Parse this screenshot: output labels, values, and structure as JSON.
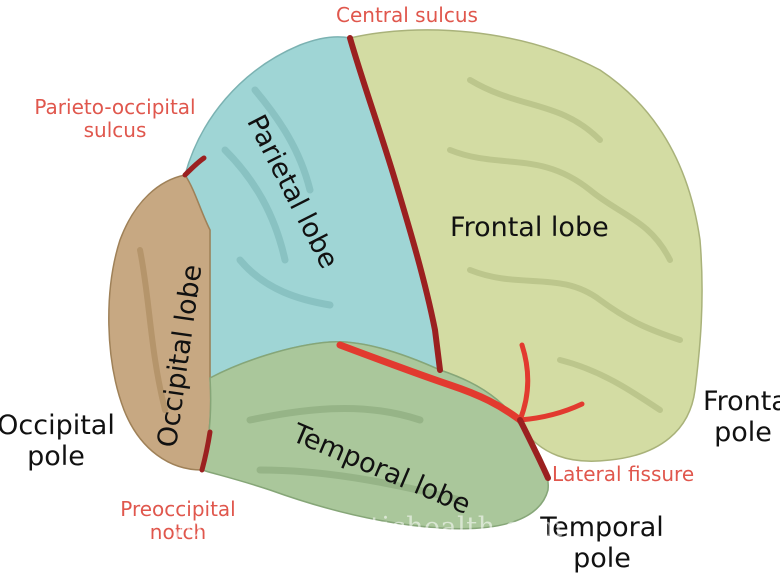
{
  "labels": {
    "central_sulcus": "Central sulcus",
    "parieto_occipital_1": "Parieto-occipital",
    "parieto_occipital_2": "sulcus",
    "frontal_lobe": "Frontal lobe",
    "parietal_lobe": "Parietal lobe",
    "occipital_lobe": "Occipital lobe",
    "temporal_lobe": "Temporal lobe",
    "occipital_pole_1": "Occipital",
    "occipital_pole_2": "pole",
    "frontal_pole_1": "Frontal",
    "frontal_pole_2": "pole",
    "lateral_fissure": "Lateral fissure",
    "preoccipital_1": "Preoccipital",
    "preoccipital_2": "notch",
    "temporal_pole_1": "Temporal",
    "temporal_pole_2": "pole"
  },
  "watermark": "yourchiropractichealth.com",
  "colors": {
    "frontal": "#d3dca3",
    "parietal": "#9fd5d5",
    "occipital": "#c7a882",
    "temporal": "#aac79b",
    "sulcus": "#9b2020",
    "fissure": "#e23a2f"
  }
}
